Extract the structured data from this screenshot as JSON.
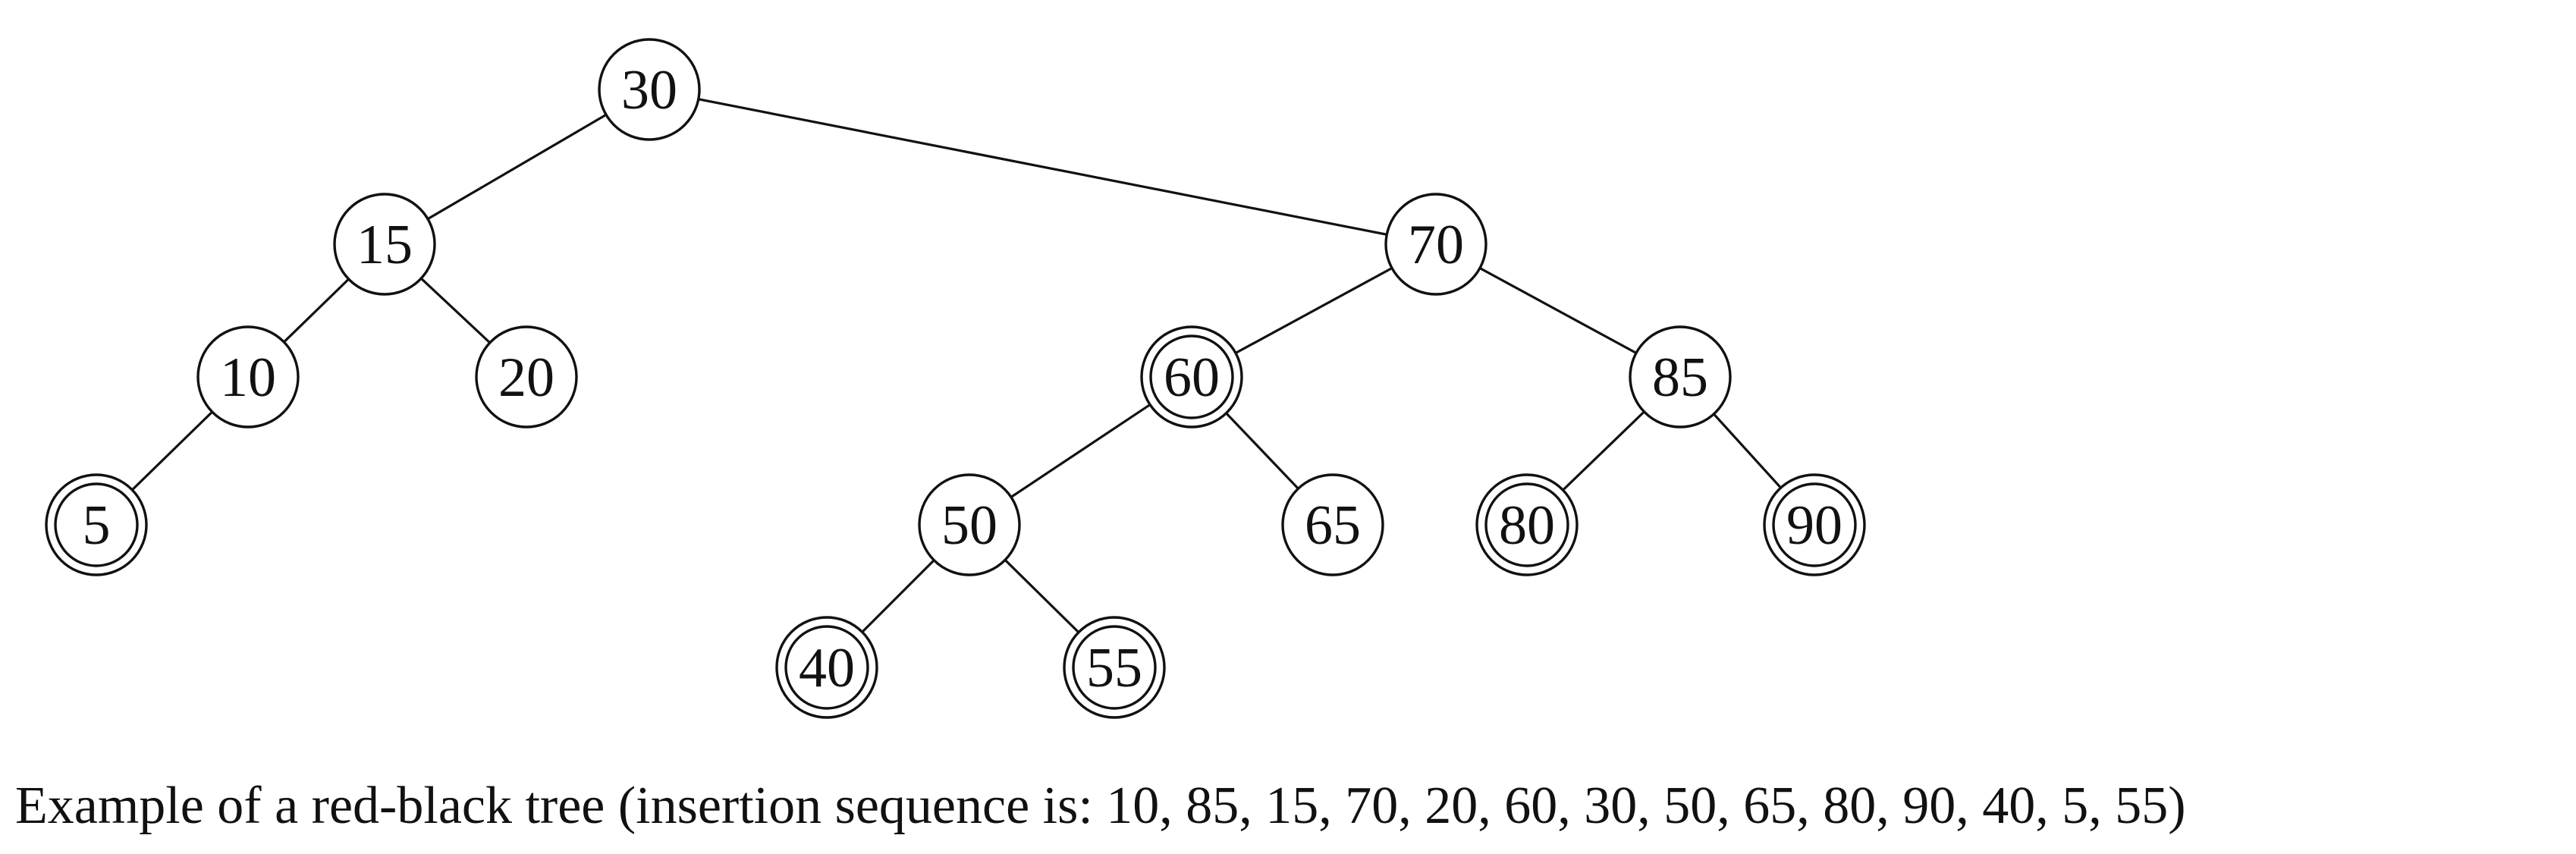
{
  "diagram": {
    "caption": "Example of a red-black tree (insertion sequence is: 10, 85, 15, 70, 20, 60, 30, 50, 65, 80, 90, 40, 5, 55)",
    "colors": {
      "stroke": "#111111",
      "background": "#ffffff"
    },
    "nodes": [
      {
        "id": "n30",
        "label": "30",
        "double_circle": false
      },
      {
        "id": "n15",
        "label": "15",
        "double_circle": false
      },
      {
        "id": "n70",
        "label": "70",
        "double_circle": false
      },
      {
        "id": "n10",
        "label": "10",
        "double_circle": false
      },
      {
        "id": "n20",
        "label": "20",
        "double_circle": false
      },
      {
        "id": "n60",
        "label": "60",
        "double_circle": true
      },
      {
        "id": "n85",
        "label": "85",
        "double_circle": false
      },
      {
        "id": "n5",
        "label": "5",
        "double_circle": true
      },
      {
        "id": "n50",
        "label": "50",
        "double_circle": false
      },
      {
        "id": "n65",
        "label": "65",
        "double_circle": false
      },
      {
        "id": "n80",
        "label": "80",
        "double_circle": true
      },
      {
        "id": "n90",
        "label": "90",
        "double_circle": true
      },
      {
        "id": "n40",
        "label": "40",
        "double_circle": true
      },
      {
        "id": "n55",
        "label": "55",
        "double_circle": true
      }
    ],
    "edges": [
      {
        "from": "n30",
        "to": "n15"
      },
      {
        "from": "n30",
        "to": "n70"
      },
      {
        "from": "n15",
        "to": "n10"
      },
      {
        "from": "n15",
        "to": "n20"
      },
      {
        "from": "n10",
        "to": "n5"
      },
      {
        "from": "n70",
        "to": "n60"
      },
      {
        "from": "n70",
        "to": "n85"
      },
      {
        "from": "n60",
        "to": "n50"
      },
      {
        "from": "n60",
        "to": "n65"
      },
      {
        "from": "n50",
        "to": "n40"
      },
      {
        "from": "n50",
        "to": "n55"
      },
      {
        "from": "n85",
        "to": "n80"
      },
      {
        "from": "n85",
        "to": "n90"
      }
    ]
  }
}
